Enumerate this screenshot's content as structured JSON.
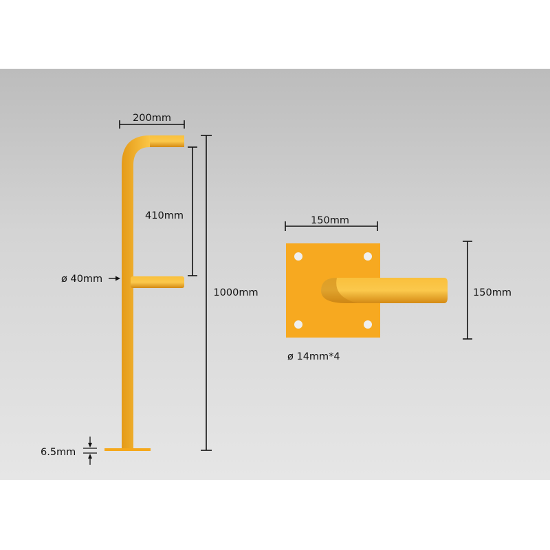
{
  "colors": {
    "tube": "#f5b020",
    "tube_shadow": "#d7901a",
    "tube_highlight": "#fcd36a",
    "plate": "#f7a920",
    "hole": "#eeeeee",
    "dimension_line": "#111111"
  },
  "side_view": {
    "width_label": "200mm",
    "upper_span_label": "410mm",
    "diameter_label": "ø 40mm",
    "height_label": "1000mm",
    "base_thickness_label": "6.5mm"
  },
  "top_view": {
    "plate_width_label": "150mm",
    "plate_height_label": "150mm",
    "holes_label": "ø 14mm*4"
  }
}
